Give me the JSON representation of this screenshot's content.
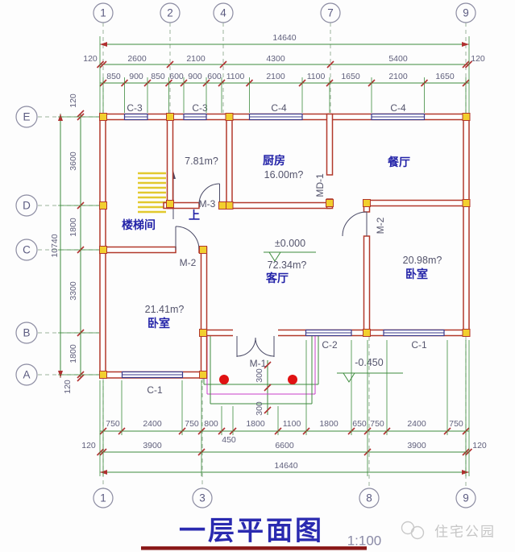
{
  "drawing": {
    "title": "一层平面图",
    "scale_label": "1:100",
    "watermark": "住宅公园"
  },
  "grid": {
    "top": [
      "1",
      "2",
      "4",
      "7",
      "9"
    ],
    "bottom": [
      "1",
      "3",
      "8",
      "9"
    ],
    "left": [
      "E",
      "D",
      "C",
      "B",
      "A"
    ]
  },
  "dimensions": {
    "top": {
      "overall": "14640",
      "row2": [
        "120",
        "2600",
        "2100",
        "4300",
        "5400",
        "120"
      ],
      "row3": [
        "850",
        "900",
        "850",
        "600",
        "900",
        "600",
        "1100",
        "2100",
        "1100",
        "1650",
        "2100",
        "1650"
      ]
    },
    "left": {
      "overall": "10740",
      "row": [
        "120",
        "3600",
        "1800",
        "3300",
        "1800",
        "120"
      ]
    },
    "bottom": {
      "row1": [
        "750",
        "2400",
        "750",
        "800",
        "450",
        "1800",
        "1100",
        "1800",
        "650",
        "750",
        "2400",
        "750"
      ],
      "row2": [
        "120",
        "3900",
        "6600",
        "3900",
        "120"
      ],
      "overall": "14640",
      "porch_steps": [
        "300",
        "300"
      ]
    }
  },
  "rooms": {
    "stairwell": {
      "name": "楼梯间",
      "up_label": "上"
    },
    "bathroom": {
      "area": "7.81m?"
    },
    "kitchen": {
      "name": "厨房",
      "area": "16.00m?"
    },
    "dining": {
      "name": "餐厅"
    },
    "living": {
      "name": "客厅",
      "area": "72.34m?"
    },
    "bedroom_left": {
      "name": "卧室",
      "area": "21.41m?"
    },
    "bedroom_right": {
      "name": "卧室",
      "area": "20.98m?"
    }
  },
  "levels": {
    "main": "±0.000",
    "porch": "-0.450"
  },
  "tags": {
    "window_c1": "C-1",
    "window_c2": "C-2",
    "window_c3": "C-3",
    "window_c4": "C-4",
    "door_m1": "M-1",
    "door_m2": "M-2",
    "door_m3": "M-3",
    "door_md1": "MD-1"
  },
  "colors": {
    "wall": "#b2382b",
    "window": "#3a3a8c",
    "dimension": "#3d8b3d",
    "label_blue": "#2323a8",
    "tick_red": "#b03030",
    "column_yellow": "#f2cf2e",
    "stair_yellow": "#e2c92e",
    "porch_magenta": "#c93fc9",
    "underline_red": "#8b1a1a"
  }
}
